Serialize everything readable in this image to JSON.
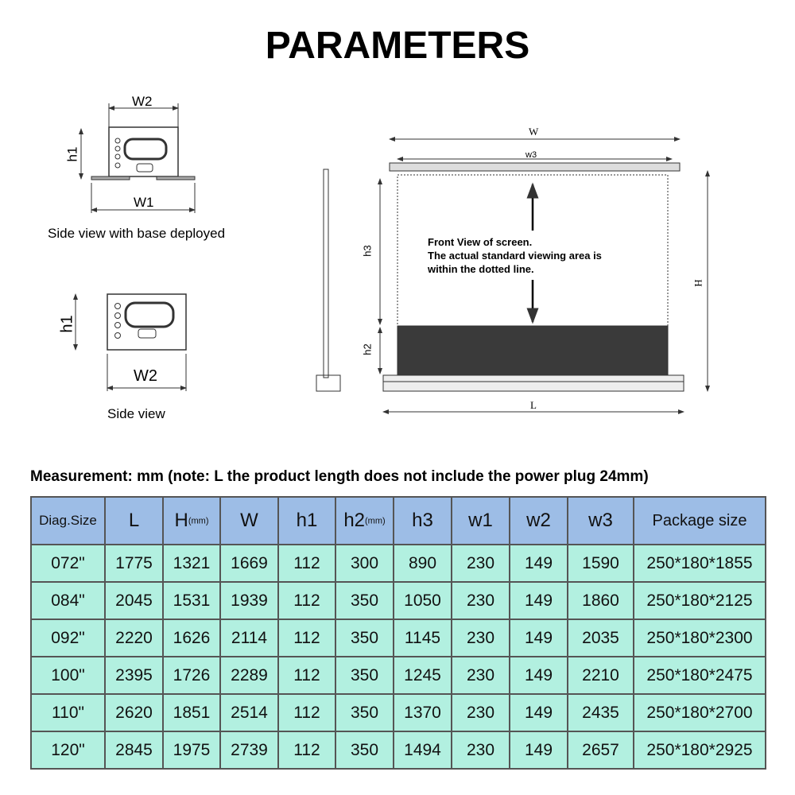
{
  "title": "PARAMETERS",
  "diagram": {
    "side_deployed": {
      "w2": "W2",
      "h1": "h1",
      "w1": "W1",
      "caption": "Side view with base deployed"
    },
    "side": {
      "h1": "h1",
      "w2": "W2",
      "caption": "Side view"
    },
    "front": {
      "W": "W",
      "w3": "w3",
      "h3": "h3",
      "h2": "h2",
      "H": "H",
      "L": "L",
      "note": [
        "Front View of screen.",
        "The actual standard viewing area is",
        "within the dotted line."
      ]
    }
  },
  "note": "Measurement: mm (note: L the product length does not include the power plug 24mm)",
  "table": {
    "headers": [
      {
        "t": "Diag.Size"
      },
      {
        "t": "L"
      },
      {
        "t": "H",
        "u": "(mm)"
      },
      {
        "t": "W"
      },
      {
        "t": "h1"
      },
      {
        "t": "h2",
        "u": "(mm)"
      },
      {
        "t": "h3"
      },
      {
        "t": "w1"
      },
      {
        "t": "w2"
      },
      {
        "t": "w3"
      },
      {
        "t": "Package size"
      }
    ],
    "rows": [
      [
        "072\"",
        "1775",
        "1321",
        "1669",
        "112",
        "300",
        "890",
        "230",
        "149",
        "1590",
        "250*180*1855"
      ],
      [
        "084\"",
        "2045",
        "1531",
        "1939",
        "112",
        "350",
        "1050",
        "230",
        "149",
        "1860",
        "250*180*2125"
      ],
      [
        "092\"",
        "2220",
        "1626",
        "2114",
        "112",
        "350",
        "1145",
        "230",
        "149",
        "2035",
        "250*180*2300"
      ],
      [
        "100\"",
        "2395",
        "1726",
        "2289",
        "112",
        "350",
        "1245",
        "230",
        "149",
        "2210",
        "250*180*2475"
      ],
      [
        "110\"",
        "2620",
        "1851",
        "2514",
        "112",
        "350",
        "1370",
        "230",
        "149",
        "2435",
        "250*180*2700"
      ],
      [
        "120\"",
        "2845",
        "1975",
        "2739",
        "112",
        "350",
        "1494",
        "230",
        "149",
        "2657",
        "250*180*2925"
      ]
    ]
  },
  "colors": {
    "header": "#9dbde6",
    "row": "#b2f0e0"
  }
}
